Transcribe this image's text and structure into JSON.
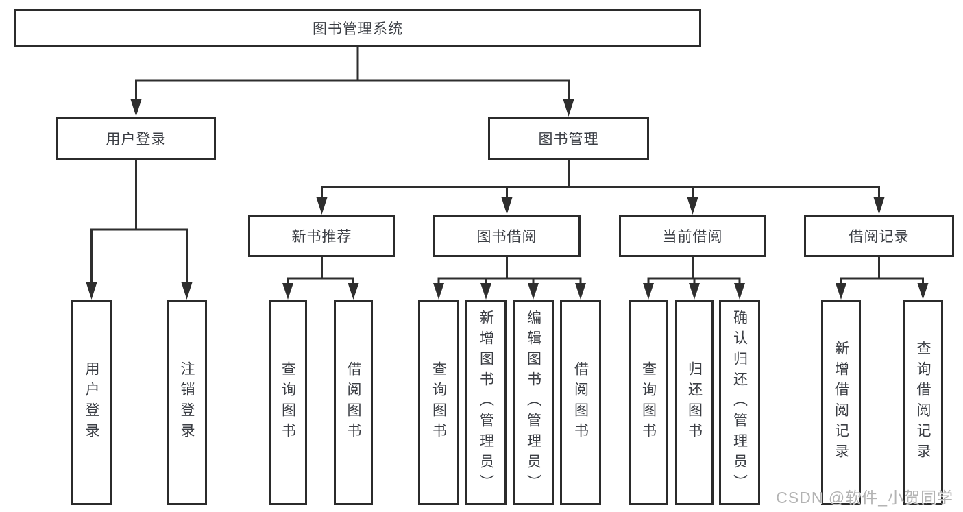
{
  "diagram": {
    "nodes": {
      "root": {
        "label": "图书管理系统"
      },
      "user_login": {
        "label": "用户登录"
      },
      "book_management": {
        "label": "图书管理"
      },
      "new_book_recommend": {
        "label": "新书推荐"
      },
      "book_borrowing": {
        "label": "图书借阅"
      },
      "current_borrowing": {
        "label": "当前借阅"
      },
      "borrow_records": {
        "label": "借阅记录"
      },
      "leaf_user_login": {
        "label": "用户登录"
      },
      "leaf_logout": {
        "label": "注销登录"
      },
      "leaf_nb_query_books": {
        "label": "查询图书"
      },
      "leaf_nb_borrow_books": {
        "label": "借阅图书"
      },
      "leaf_bb_query_books": {
        "label": "查询图书"
      },
      "leaf_bb_add_books": {
        "label": "新增图书（管理员）"
      },
      "leaf_bb_edit_books": {
        "label": "编辑图书（管理员）"
      },
      "leaf_bb_borrow_books": {
        "label": "借阅图书"
      },
      "leaf_cb_query_books": {
        "label": "查询图书"
      },
      "leaf_cb_return_books": {
        "label": "归还图书"
      },
      "leaf_cb_confirm_return": {
        "label": "确认归还（管理员）"
      },
      "leaf_br_add_record": {
        "label": "新增借阅记录"
      },
      "leaf_br_query_record": {
        "label": "查询借阅记录"
      }
    }
  },
  "watermark": {
    "text": "CSDN @软件_小贺同学"
  },
  "colors": {
    "line": "#2e2e2e",
    "border": "#2b2b2b",
    "text": "#3b3e44",
    "watermark": "#b3b3b3"
  }
}
